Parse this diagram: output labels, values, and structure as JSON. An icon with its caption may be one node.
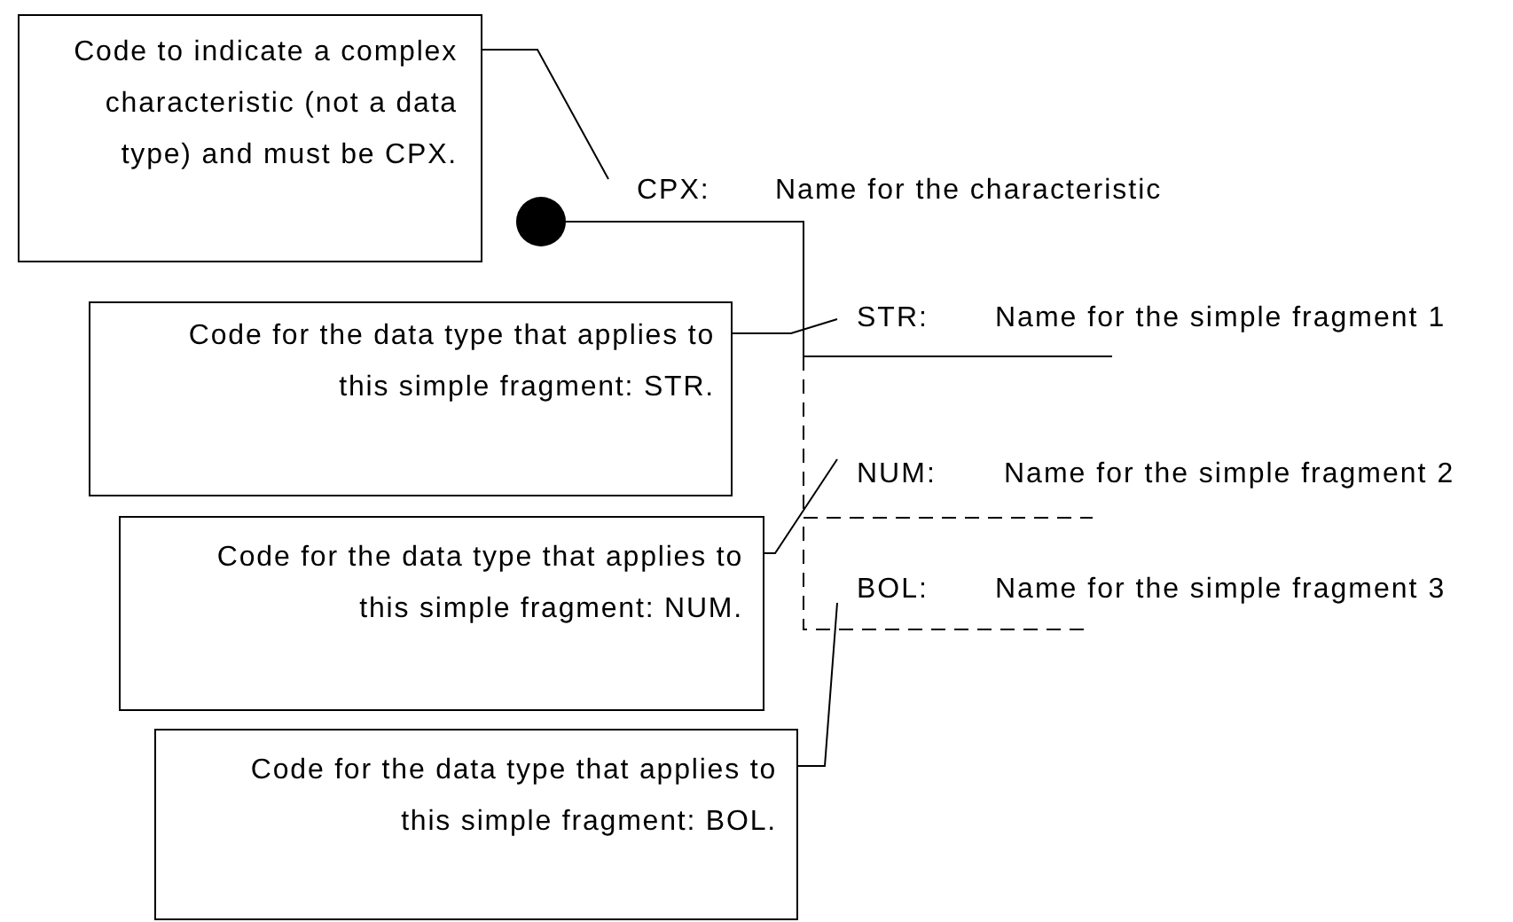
{
  "diagram": {
    "nodes": [
      {
        "text": [
          "Code to indicate a complex characteristic (not a data type) and must be CPX."
        ]
      },
      {
        "text": [
          "Code for the data type that applies to this simple fragment: STR."
        ]
      },
      {
        "text": [
          "Code for the data type that applies to this simple fragment: NUM."
        ]
      },
      {
        "text": [
          "Code for the data type that applies to this simple fragment: BOL."
        ]
      },
      {
        "text": [],
        "shape": "circle"
      },
      {
        "text": [
          "CPX:",
          "Name for the characteristic"
        ]
      },
      {
        "text": [
          "STR:",
          "Name for the simple fragment 1"
        ]
      },
      {
        "text": [
          "NUM:",
          "Name for the simple fragment 2"
        ]
      },
      {
        "text": [
          "BOL:",
          "Name for the simple fragment 3"
        ]
      }
    ],
    "edges": [
      {
        "from": 0,
        "to": 5,
        "arrow": "none"
      },
      {
        "from": 1,
        "to": 6,
        "arrow": "none"
      },
      {
        "from": 2,
        "to": 7,
        "arrow": "none"
      },
      {
        "from": 3,
        "to": 8,
        "arrow": "none"
      },
      {
        "from": 4,
        "to": 5,
        "arrow": "none"
      },
      {
        "from": 5,
        "to": 6,
        "arrow": "none"
      },
      {
        "from": 6,
        "to": 7,
        "arrow": "none",
        "style": "dashed"
      },
      {
        "from": 7,
        "to": 8,
        "arrow": "none",
        "style": "dashed"
      }
    ]
  }
}
